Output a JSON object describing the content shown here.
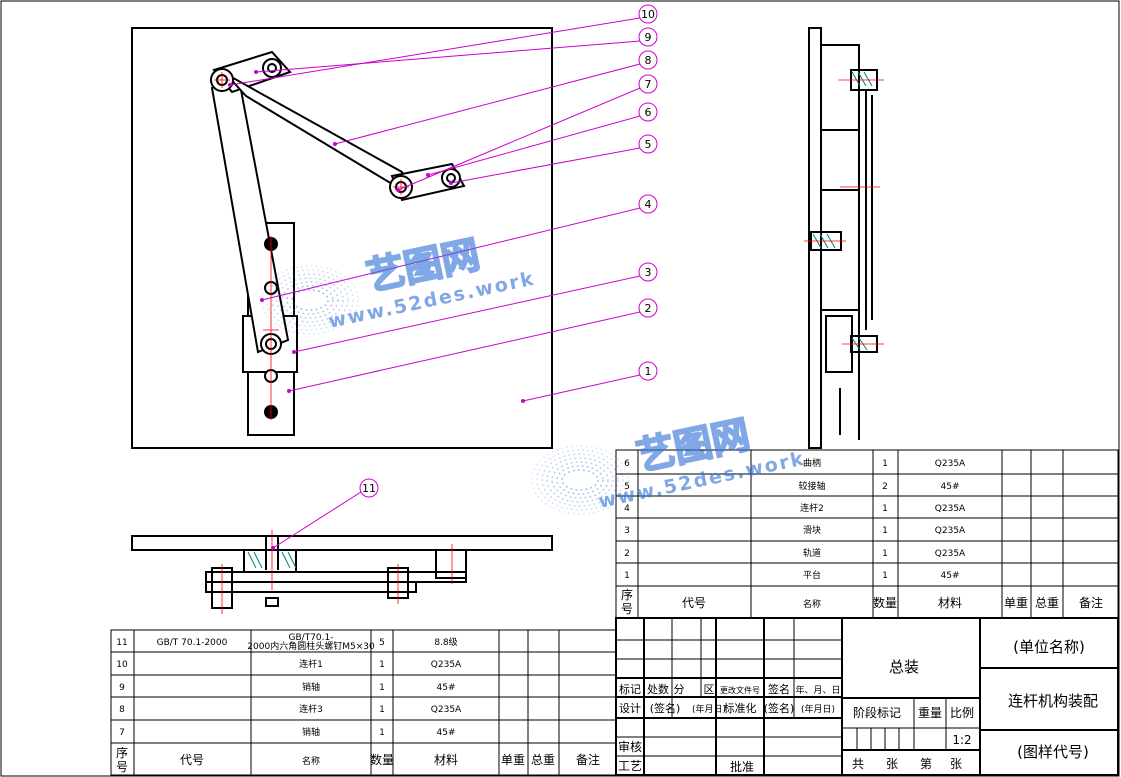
{
  "balloons": [
    "1",
    "2",
    "3",
    "4",
    "5",
    "6",
    "7",
    "8",
    "9",
    "10",
    "11"
  ],
  "parts_right": {
    "header": {
      "seq": "序\n号",
      "code": "代号",
      "name": "名称",
      "qty": "数量",
      "material": "材料",
      "unit_weight": "单重",
      "total_weight": "总重",
      "remark": "备注"
    },
    "rows": [
      {
        "seq": "6",
        "code": "",
        "name": "曲柄",
        "qty": "1",
        "material": "Q235A"
      },
      {
        "seq": "5",
        "code": "",
        "name": "较接轴",
        "qty": "2",
        "material": "45#"
      },
      {
        "seq": "4",
        "code": "",
        "name": "连杆2",
        "qty": "1",
        "material": "Q235A"
      },
      {
        "seq": "3",
        "code": "",
        "name": "滑块",
        "qty": "1",
        "material": "Q235A"
      },
      {
        "seq": "2",
        "code": "",
        "name": "轨道",
        "qty": "1",
        "material": "Q235A"
      },
      {
        "seq": "1",
        "code": "",
        "name": "平台",
        "qty": "1",
        "material": "45#"
      }
    ]
  },
  "parts_left": {
    "header": {
      "seq": "序\n号",
      "code": "代号",
      "name": "名称",
      "qty": "数量",
      "material": "材料",
      "unit_weight": "单重",
      "total_weight": "总重",
      "remark": "备注"
    },
    "rows": [
      {
        "seq": "11",
        "code": "GB/T 70.1-2000",
        "name_line1": "GB/T70.1-",
        "name_line2": "2000内六角圆柱头螺钉M5×30",
        "qty": "5",
        "material": "8.8级"
      },
      {
        "seq": "10",
        "code": "",
        "name_line1": "连杆1",
        "name_line2": "",
        "qty": "1",
        "material": "Q235A"
      },
      {
        "seq": "9",
        "code": "",
        "name_line1": "销轴",
        "name_line2": "",
        "qty": "1",
        "material": "45#"
      },
      {
        "seq": "8",
        "code": "",
        "name_line1": "连杆3",
        "name_line2": "",
        "qty": "1",
        "material": "Q235A"
      },
      {
        "seq": "7",
        "code": "",
        "name_line1": "销轴",
        "name_line2": "",
        "qty": "1",
        "material": "45#"
      }
    ]
  },
  "title_block": {
    "assembly": "总装",
    "unit_name": "(单位名称)",
    "drawing_name": "连杆机构装配",
    "drawing_code": "(图样代号)",
    "row_labels": [
      "标记",
      "处数",
      "分",
      "区",
      "更改文件号",
      "签名",
      "年、月、日"
    ],
    "design_row": [
      "设计",
      "(签名)",
      "(年月日)",
      "标准化",
      "(签名)",
      "(年月日)"
    ],
    "review": "审核",
    "process": "工艺",
    "approve": "批准",
    "stage_mark": "阶段标记",
    "weight": "重量",
    "scale_label": "比例",
    "scale_value": "1:2",
    "total_label": "共",
    "sheets_label": "张",
    "sheet_no_label": "第",
    "sheet_label2": "张"
  },
  "watermark": {
    "brand": "艺图网",
    "url": "www.52des.work"
  },
  "colors": {
    "leader": "#cc00cc",
    "center": "#ff0000",
    "hatch": "#008080",
    "watermark": "#3c78d8"
  }
}
